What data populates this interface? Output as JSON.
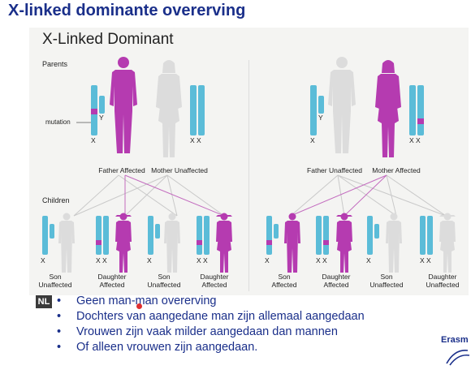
{
  "slide_title": "X-linked dominante overerving",
  "figure": {
    "title": "X-Linked Dominant",
    "parents_label": "Parents",
    "children_label": "Children",
    "mutation_label": "mutation",
    "left_family": {
      "parent_labels": [
        "Father Affected",
        "Mother Unaffected"
      ],
      "children": [
        {
          "label": "Son Unaffected",
          "chrom": "X"
        },
        {
          "label": "Daughter Affected",
          "chrom": "X X"
        },
        {
          "label": "Son Unaffected",
          "chrom": "X"
        },
        {
          "label": "Daughter Affected",
          "chrom": "X X"
        }
      ]
    },
    "right_family": {
      "parent_labels": [
        "Father Unaffected",
        "Mother Affected"
      ],
      "children": [
        {
          "label": "Son Affected",
          "chrom": "X"
        },
        {
          "label": "Daughter Affected",
          "chrom": "X X"
        },
        {
          "label": "Son Unaffected",
          "chrom": "X"
        },
        {
          "label": "Daughter Unaffected",
          "chrom": "X X"
        }
      ]
    },
    "chrom_labels": {
      "x": "X",
      "y": "Y",
      "xx": "X X"
    }
  },
  "language_badge": "NL",
  "bullets": [
    "Geen man-man overerving",
    "Dochters van aangedane man zijn allemaal aangedaan",
    "Vrouwen zijn vaak milder aangedaan dan mannen",
    "Of alleen vrouwen zijn aangedaan."
  ],
  "logo_text": "Erasm",
  "colors": {
    "affected": "#b53bb0",
    "unaffected": "#dcdcdc",
    "chromosome": "#5bbcd8",
    "title": "#1a2f8a"
  }
}
